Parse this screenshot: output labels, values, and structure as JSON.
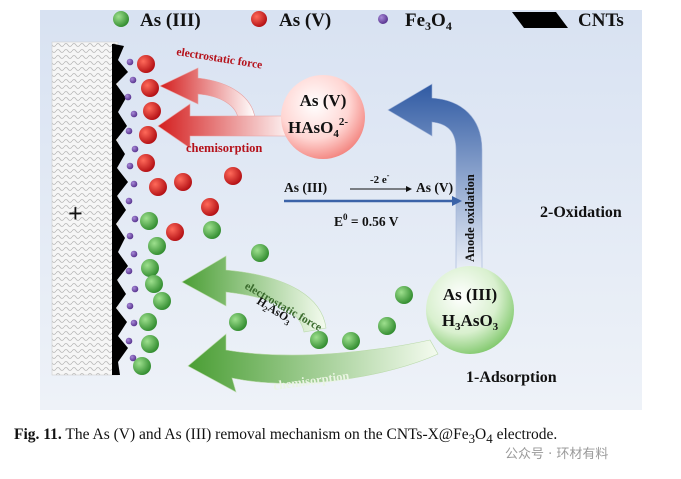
{
  "legend": {
    "as3": "As (III)",
    "as5": "As (V)",
    "fe3o4_pre": "Fe",
    "fe3o4_sub1": "3",
    "fe3o4_mid": "O",
    "fe3o4_sub2": "4",
    "cnts": "CNTs"
  },
  "electrode_sign": "+",
  "as5_bubble": {
    "line1": "As (V)",
    "line2_pre": "HAsO",
    "line2_sub": "4",
    "line2_sup": "2-"
  },
  "as3_bubble": {
    "line1": "As (III)",
    "line2_pre": "H",
    "line2_sub1": "3",
    "line2_mid": "AsO",
    "line2_sub2": "3"
  },
  "reaction": {
    "left": "As (III)",
    "electrons": "-2 e",
    "electrons_sup": "-",
    "right": "As (V)",
    "potential_pre": "E",
    "potential_sup": "0",
    "potential_post": " = 0.56 V"
  },
  "arrow_labels": {
    "red_top": "electrostatic force",
    "red_bottom": "chemisorption",
    "green_top": "electrostatic force",
    "green_species_pre": "H",
    "green_species_sub1": "2",
    "green_species_mid": "AsO",
    "green_species_sub2": "3",
    "green_species_sup": "-",
    "green_bottom": "chemisorption",
    "anode": "Anode oxidation"
  },
  "steps": {
    "oxidation": "2-Oxidation",
    "adsorption": "1-Adsorption"
  },
  "caption": {
    "fig": "Fig. 11.",
    "text_pre": " The As (V) and As (III) removal mechanism on the CNTs-X@Fe",
    "sub1": "3",
    "mid": "O",
    "sub2": "4",
    "text_post": " electrode."
  },
  "watermark": "公众号 · 环材有料",
  "colors": {
    "panel_bg": "#dfe7f4",
    "green": "#3f9a3a",
    "red": "#c8141c",
    "purple": "#6a3fa0",
    "blue_arrow": "#3b63a8",
    "text_red": "#b5121b"
  }
}
